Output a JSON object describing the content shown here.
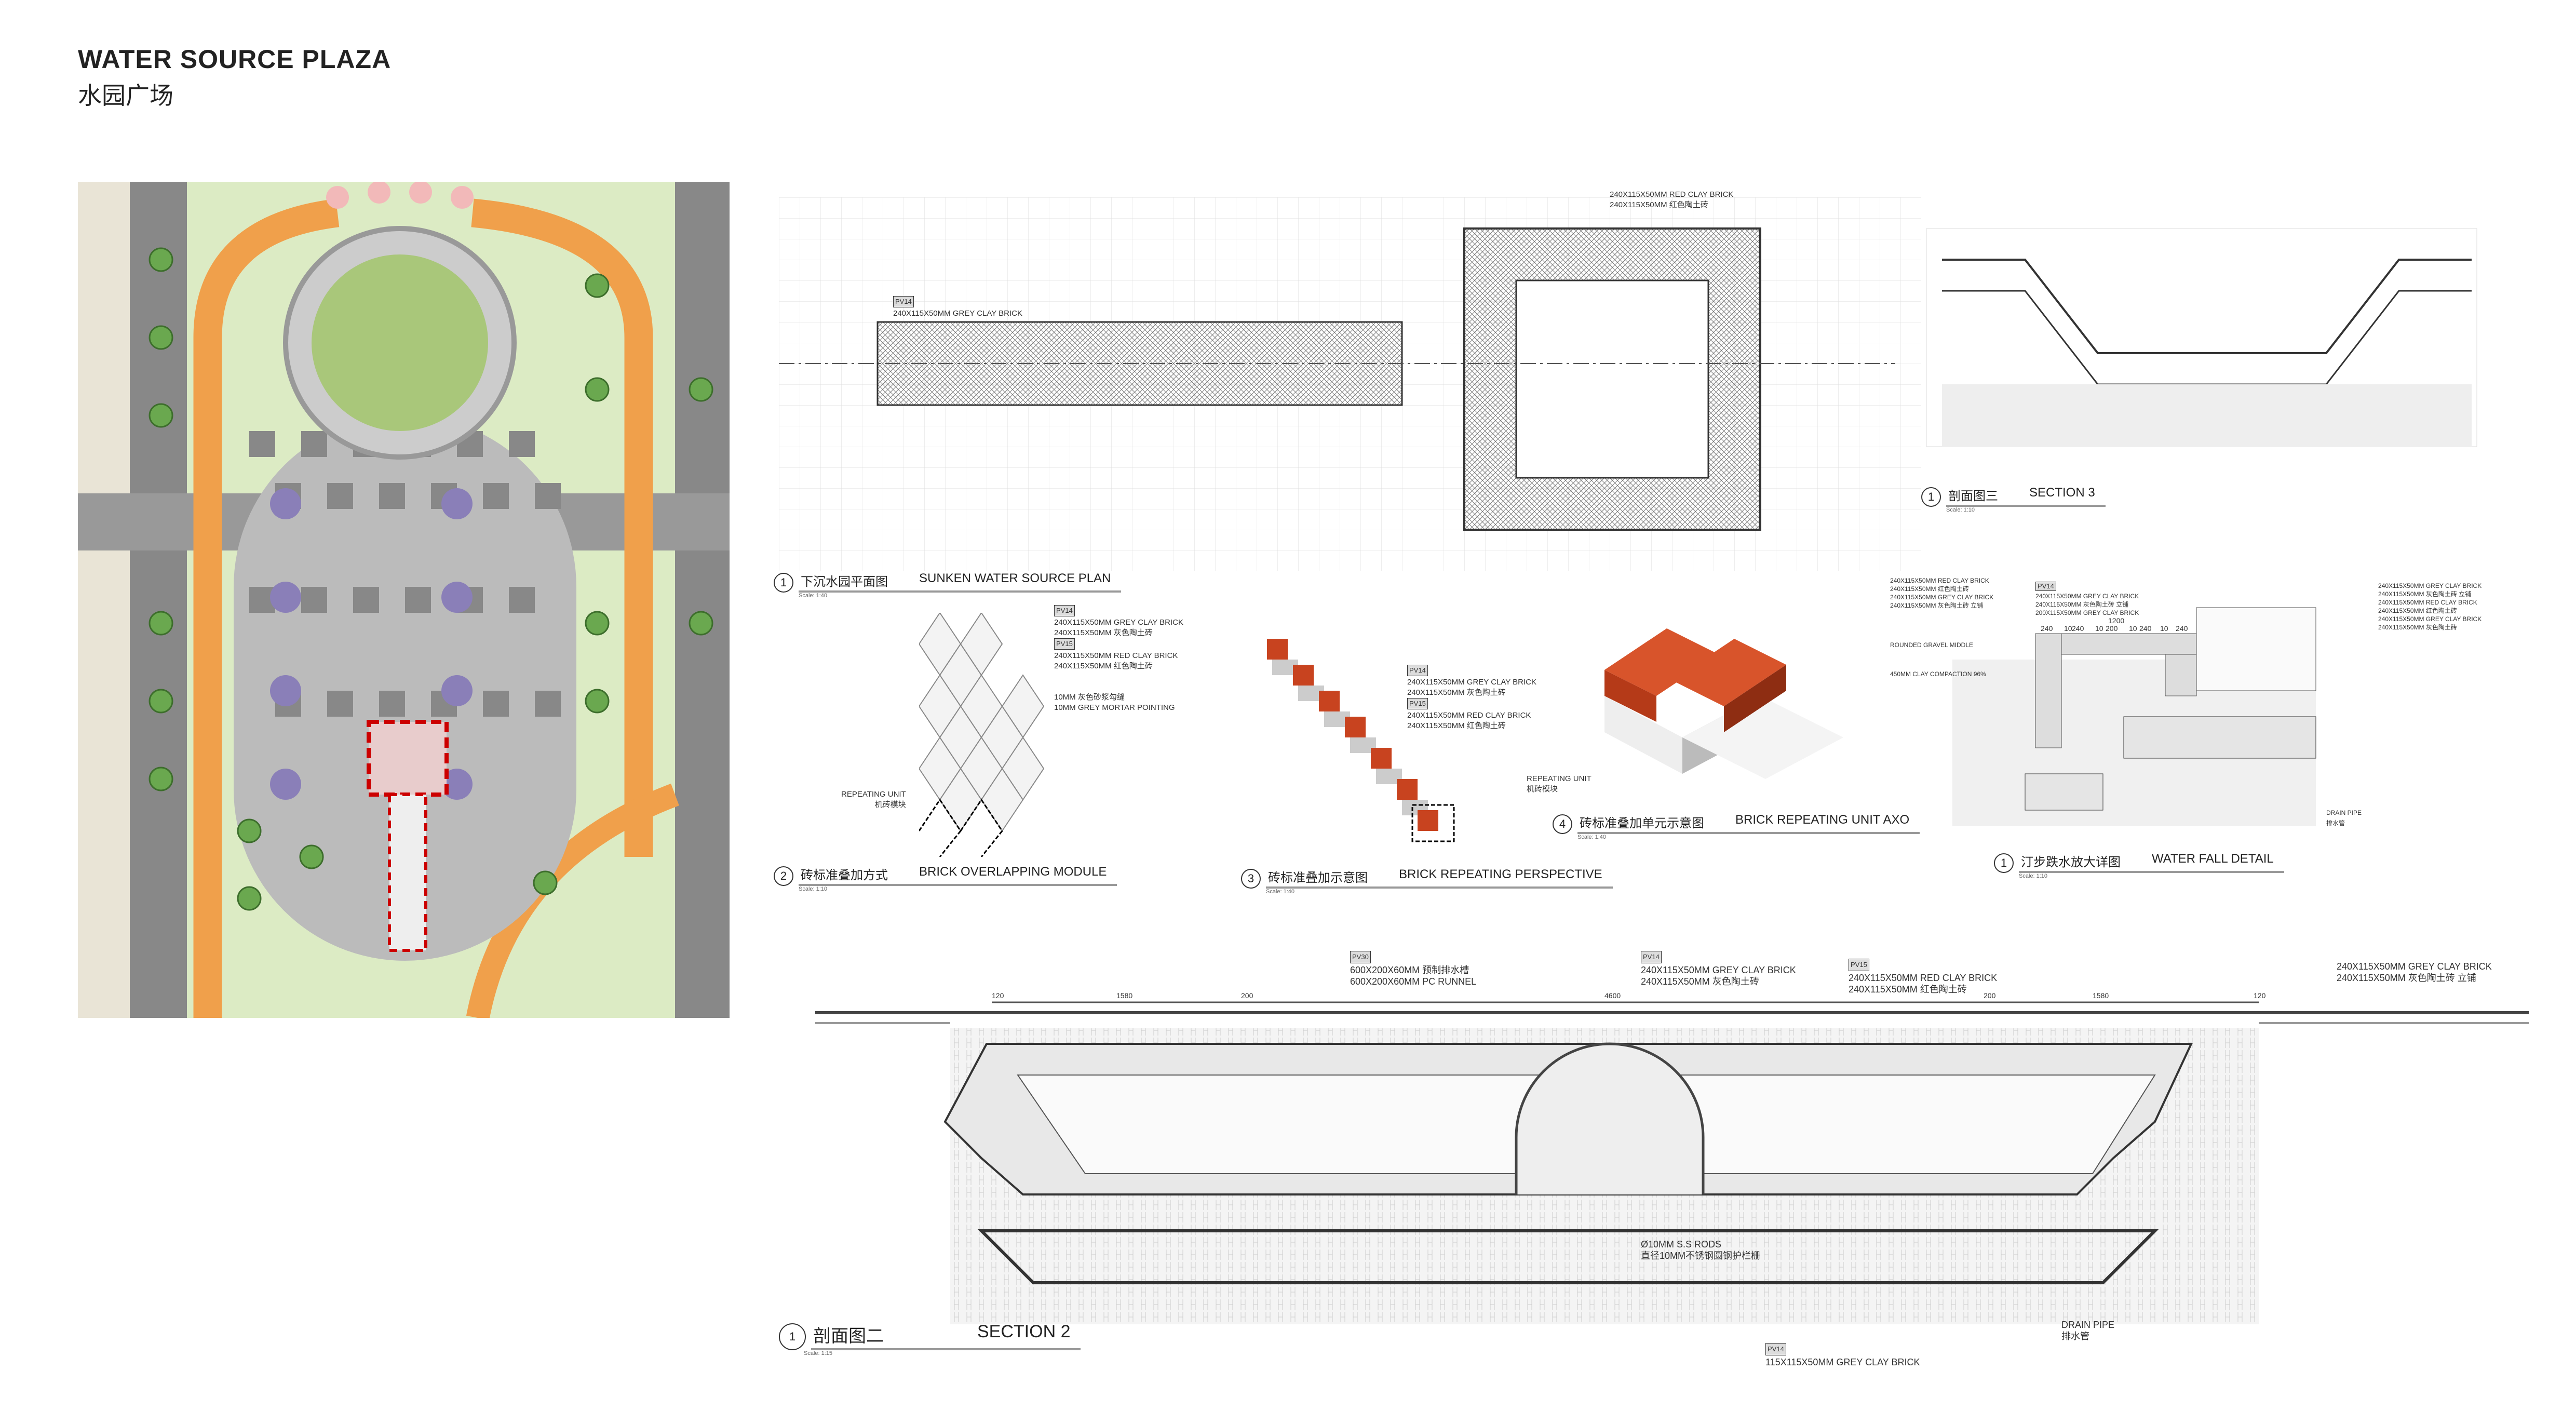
{
  "sheet": {
    "title": "WATER SOURCE PLAZA",
    "subtitle": "水园广场"
  },
  "drawings": {
    "plan": {
      "num": "1",
      "cn": "下沉水园平面图",
      "en": "SUNKEN WATER SOURCE PLAN",
      "scale": "Scale: 1:40"
    },
    "section3": {
      "num": "1",
      "cn": "剖面图三",
      "en": "SECTION 3",
      "scale": "Scale: 1:10"
    },
    "overlap": {
      "num": "2",
      "cn": "砖标准叠加方式",
      "en": "BRICK OVERLAPPING MODULE",
      "scale": "Scale: 1:10"
    },
    "perspective": {
      "num": "3",
      "cn": "砖标准叠加示意图",
      "en": "BRICK REPEATING PERSPECTIVE",
      "scale": "Scale: 1:40"
    },
    "axo": {
      "num": "4",
      "cn": "砖标准叠加单元示意图",
      "en": "BRICK REPEATING UNIT AXO",
      "scale": "Scale: 1:40"
    },
    "waterfall": {
      "num": "1",
      "cn": "汀步跌水放大详图",
      "en": "WATER FALL DETAIL",
      "scale": "Scale: 1:10"
    },
    "section2": {
      "num": "1",
      "cn": "剖面图二",
      "en": "SECTION 2",
      "scale": "Scale: 1:15"
    }
  },
  "notes": {
    "grey_brick_tag": "PV14",
    "red_brick_tag": "PV15",
    "grey_brick": "240X115X50MM GREY CLAY BRICK",
    "grey_brick_cn": "240X115X50MM 灰色陶土砖",
    "red_brick": "240X115X50MM RED CLAY BRICK",
    "red_brick_cn": "240X115X50MM 红色陶土砖",
    "mortar": "10MM GREY MORTAR POINTING",
    "mortar_cn": "10MM 灰色砂浆勾缝",
    "repeating_unit": "REPEATING UNIT",
    "repeating_unit_cn": "机砖模块",
    "runnel_tag": "PV30",
    "runnel_cn": "600X200X60MM 预制排水槽",
    "runnel": "600X200X60MM PC RUNNEL",
    "grey_brick_upright_cn": "240X115X50MM 灰色陶土砖 立铺",
    "grey_brick_200": "200X115X50MM GREY CLAY BRICK",
    "gravel": "ROUNDED GRAVEL MIDDLE",
    "clay": "450MM CLAY COMPACTION 96%",
    "rods": "Ø10MM S.S RODS",
    "rods_cn": "直径10MM不锈钢圆钢护栏栅",
    "drain": "DRAIN PIPE",
    "drain_cn": "排水管",
    "small_brick": "115X115X50MM GREY CLAY BRICK",
    "small_brick_tag": "PV14"
  },
  "dimensions": {
    "section2": [
      "120",
      "1580",
      "200",
      "4600",
      "200",
      "1580",
      "120"
    ],
    "waterfall": [
      "1200",
      "240",
      "10",
      "240",
      "10",
      "200",
      "10",
      "240",
      "10",
      "240"
    ]
  },
  "colors": {
    "red_brick": "#c8431f",
    "grey_brick": "#cfcfcf",
    "orange_path": "#f0a04b",
    "lawn": "#dcebc4",
    "tree": "#6aa84f"
  }
}
